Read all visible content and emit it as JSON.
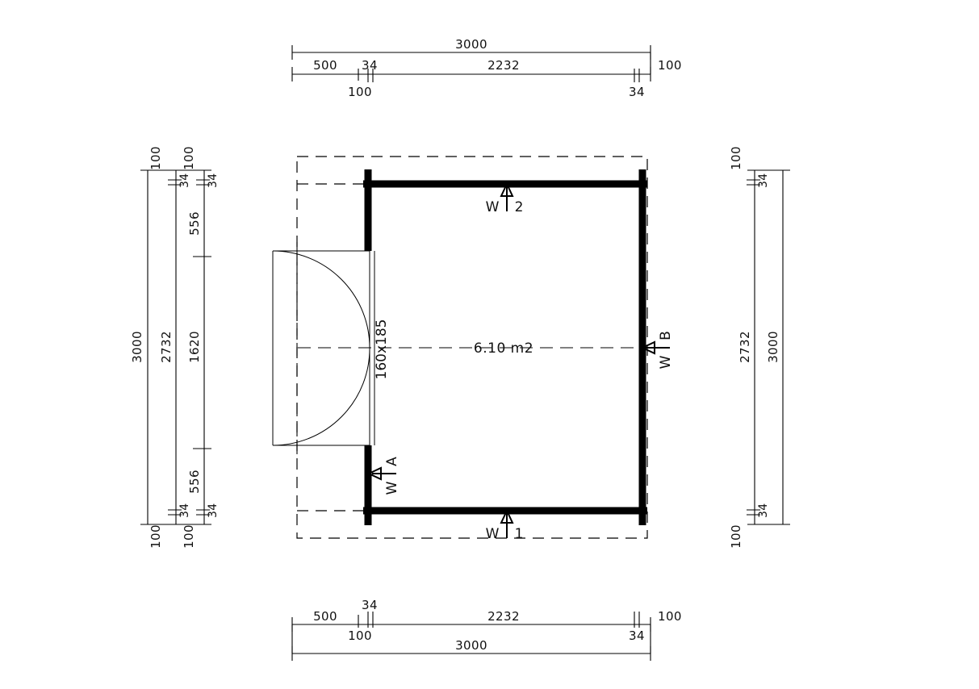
{
  "drawing": {
    "title": "cabin-floor-plan",
    "units": "mm",
    "area_label": "6.10 m2",
    "door_label": "160x185",
    "colors": {
      "ink": "#000000",
      "paper": "#ffffff"
    }
  },
  "dimensions": {
    "top": {
      "overall": "3000",
      "segments": [
        "500",
        "34",
        "2232"
      ],
      "tick_labels": [
        "100",
        "34"
      ],
      "end_label": "100"
    },
    "bottom": {
      "overall": "3000",
      "segments": [
        "500",
        "34",
        "2232"
      ],
      "tick_labels": [
        "100",
        "34"
      ],
      "end_label": "100"
    },
    "left": {
      "outer_overall": "3000",
      "mid_overall": "2732",
      "inner_segments": [
        "556",
        "1620",
        "556"
      ],
      "mid_end_top": "100",
      "mid_end_bottom": "100",
      "inner_end_top": "100",
      "inner_end_bottom": "100",
      "mid_tick_top": "34",
      "mid_tick_bottom": "34",
      "inner_tick_top": "34",
      "inner_tick_bottom": "34"
    },
    "right": {
      "outer_overall": "3000",
      "inner_overall": "2732",
      "end_top": "100",
      "end_bottom": "100",
      "tick_top": "34",
      "tick_bottom": "34"
    }
  },
  "markers": {
    "wall_top": {
      "label_left": "W",
      "label_right": "2"
    },
    "wall_bottom": {
      "label_left": "W",
      "label_right": "1"
    },
    "wall_left": {
      "label_left": "W",
      "label_right": "A"
    },
    "wall_right": {
      "label_left": "W",
      "label_right": "B"
    }
  }
}
